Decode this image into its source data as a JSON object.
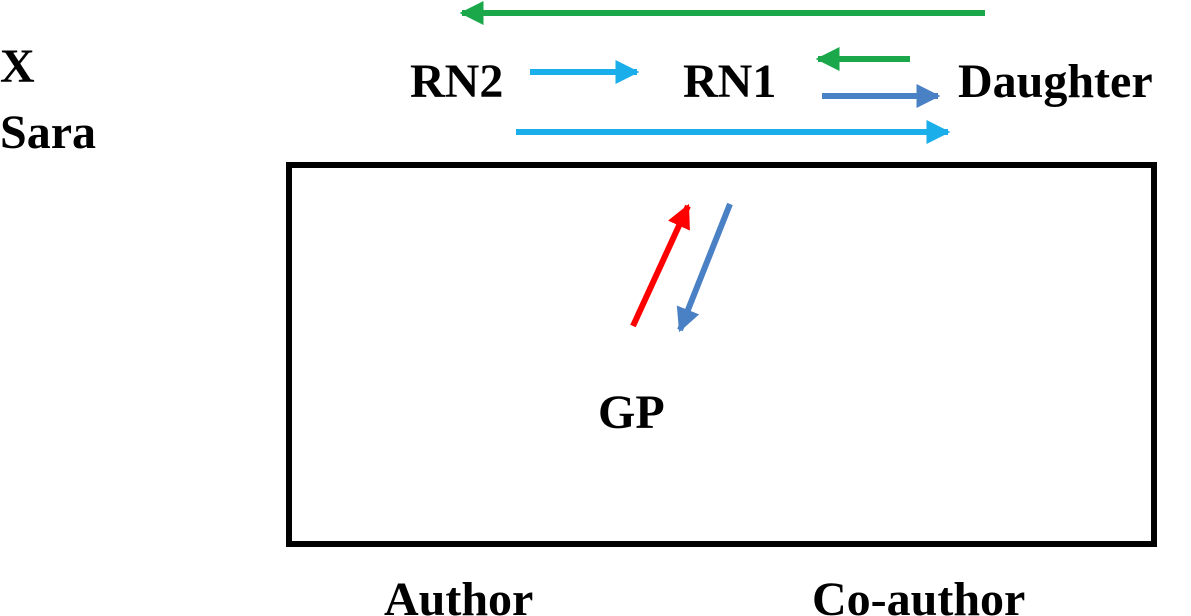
{
  "labels": {
    "x": "X",
    "sara": "Sara",
    "rn2": "RN2",
    "rn1": "RN1",
    "daughter": "Daughter",
    "gp": "GP",
    "author": "Author",
    "coauthor": "Co-author"
  },
  "colors": {
    "green": "#1aa84a",
    "light_blue": "#1aaeea",
    "steel_blue": "#4a80c4",
    "red": "#ff0000",
    "frame": "#000000"
  }
}
